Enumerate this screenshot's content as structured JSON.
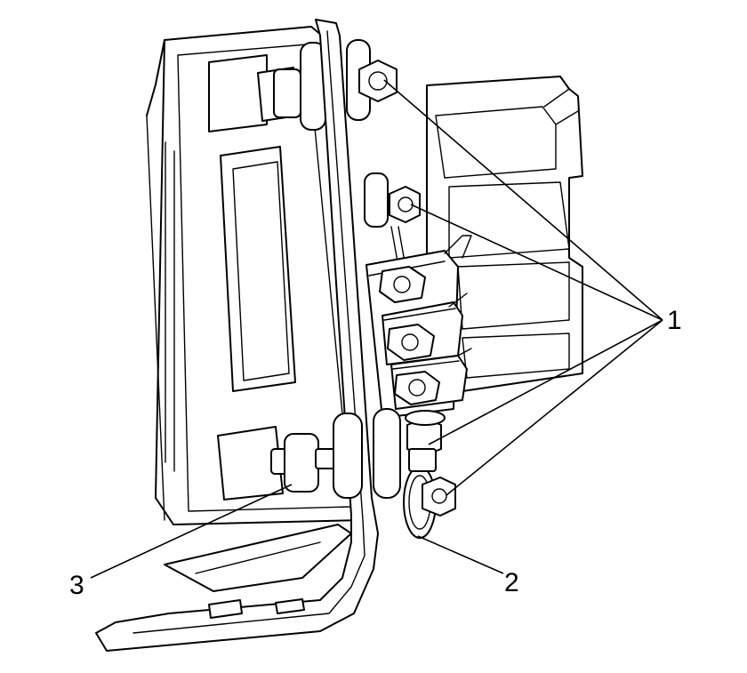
{
  "callouts": {
    "one": "1",
    "two": "2",
    "three": "3"
  }
}
